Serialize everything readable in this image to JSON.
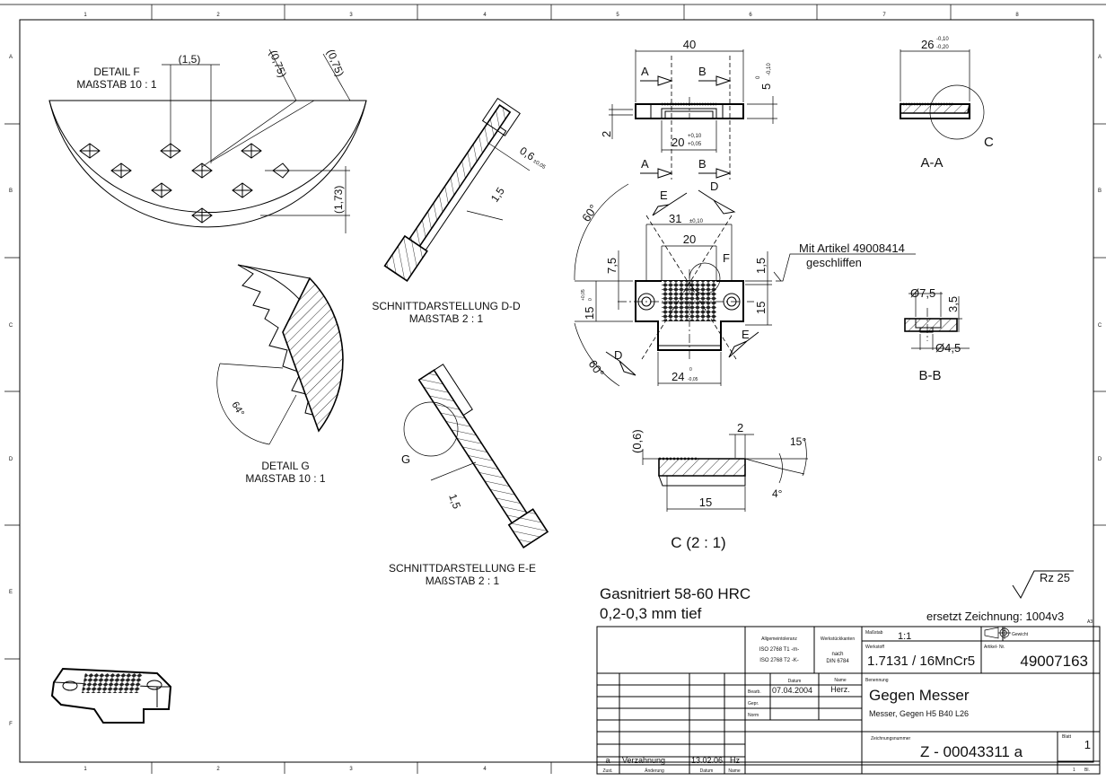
{
  "zones": {
    "columns": [
      "1",
      "2",
      "3",
      "4",
      "5",
      "6",
      "7",
      "8"
    ],
    "rows": [
      "A",
      "B",
      "C",
      "D",
      "E",
      "F"
    ]
  },
  "detail_f": {
    "title": "DETAIL F",
    "scale": "MAßSTAB 10 : 1",
    "pitch": "(1,5)",
    "diag1": "(0,75)",
    "diag2": "(0,75)",
    "row_pitch": "(1,73)"
  },
  "detail_g": {
    "title": "DETAIL G",
    "scale": "MAßSTAB 10 : 1",
    "angle": "64°"
  },
  "section_dd": {
    "title": "SCHNITTDARSTELLUNG D-D",
    "scale": "MAßSTAB 2 : 1",
    "depth": "0,6",
    "depth_tol": "±0,05",
    "pitch": "1,5"
  },
  "section_ee": {
    "title": "SCHNITTDARSTELLUNG E-E",
    "scale": "MAßSTAB 2 : 1",
    "detail_label": "G",
    "pitch": "1,5"
  },
  "top_view": {
    "length": "40",
    "thickness": "5",
    "thickness_tol_upper": "0",
    "thickness_tol_lower": "-0,10",
    "step": "2",
    "slot": "20",
    "slot_tol_upper": "+0,10",
    "slot_tol_lower": "+0,05",
    "cut_a": "A",
    "cut_b": "B"
  },
  "front_view": {
    "hole_spacing": "31",
    "hole_spacing_tol": "±0,10",
    "knurl_width": "20",
    "offset": "7,5",
    "height": "15",
    "height_tol_upper": "+0,05",
    "height_tol_lower": "0",
    "right_offset": "1,5",
    "right_height": "15",
    "tab_width": "24",
    "tab_tol_upper": "0",
    "tab_tol_lower": "-0,05",
    "angle_top": "60°",
    "angle_bottom": "60°",
    "cut_d": "D",
    "cut_e": "E",
    "detail_label": "F",
    "note_line1": "Mit Artikel 49008414",
    "note_line2": "geschliffen"
  },
  "section_aa": {
    "title": "A-A",
    "width": "26",
    "tol_upper": "-0,10",
    "tol_lower": "-0,20",
    "detail_label": "C"
  },
  "section_bb": {
    "title": "B-B",
    "counterbore": "Ø7,5",
    "depth": "3,5",
    "hole": "Ø4,5"
  },
  "detail_c": {
    "title": "C (2 : 1)",
    "depth": "(0,6)",
    "width": "2",
    "length": "15",
    "angle_1": "15°",
    "angle_2": "4°"
  },
  "notes": {
    "treatment_line1": "Gasnitriert 58-60 HRC",
    "treatment_line2": "0,2-0,3 mm tief",
    "roughness": "Rz 25",
    "replaces": "ersetzt Zeichnung: 1004v3",
    "sheet_format": "A3"
  },
  "title_block": {
    "tolerance_label": "Allgemeintoleranz",
    "tolerance_1": "ISO 2768 T1  -m-",
    "tolerance_2": "ISO 2768 T2  -K-",
    "edges_label": "Werkstückkanten",
    "edges_1": "nach",
    "edges_2": "DIN 6784",
    "scale_label": "Maßstab",
    "scale": "1:1",
    "weight_label": "Gewicht",
    "material_label": "Werkstoff",
    "material": "1.7131  / 16MnCr5",
    "article_label": "Artikel- Nr.",
    "article": "49007163",
    "date_header": "Datum",
    "name_header": "Name",
    "drawn_label": "Bearb.",
    "drawn_date": "07.04.2004",
    "drawn_name": "Herz.",
    "checked_label": "Gepr.",
    "norm_label": "Norm",
    "designation_label": "Benennung",
    "title": "Gegen Messer",
    "subtitle": "Messer, Gegen H5 B40 L26",
    "drawing_no_label": "Zeichnungsnummer",
    "drawing_no": "Z - 00043311   a",
    "sheet_label": "Blatt",
    "sheet": "1",
    "sheets_total": "1",
    "sheets_suffix": "Bl.",
    "revisions": [
      {
        "index": "a",
        "change": "Verzahnung",
        "date": "13.02.06",
        "name": "Hz"
      }
    ],
    "rev_headers": {
      "index": "Zust.",
      "change": "Änderung",
      "date": "Datum",
      "name": "Name"
    }
  }
}
